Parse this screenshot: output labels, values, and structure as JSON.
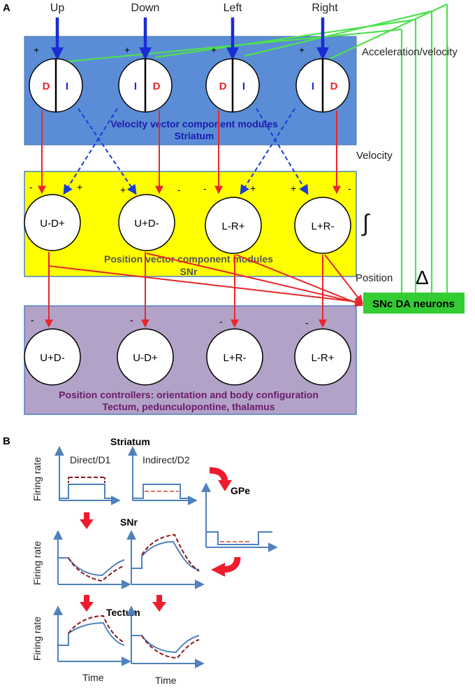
{
  "panel_a": {
    "letter": "A",
    "directions": [
      "Up",
      "Down",
      "Left",
      "Right"
    ],
    "side_labels": {
      "acceleration": "Acceleration/velocity",
      "velocity": "Velocity",
      "integral": "∫",
      "position": "Position",
      "delta": "Δ"
    },
    "striatum_box": {
      "title": "Velocity vector component modules",
      "subtitle": "Striatum",
      "modules": [
        {
          "left": "D",
          "right": "I"
        },
        {
          "left": "I",
          "right": "D"
        },
        {
          "left": "D",
          "right": "I"
        },
        {
          "left": "I",
          "right": "D"
        }
      ],
      "signs": [
        "+",
        "+",
        "+",
        "+"
      ]
    },
    "snr_box": {
      "title": "Position vector component modules",
      "subtitle": "SNr",
      "modules": [
        "U-D+",
        "U+D-",
        "L-R+",
        "L+R-"
      ],
      "left_signs": [
        "-",
        "+",
        "-",
        "+"
      ],
      "right_signs": [
        "+",
        "-",
        "+",
        "-"
      ]
    },
    "snc": {
      "label": "SNc DA neurons"
    },
    "controller_box": {
      "title": "Position controllers: orientation and body configuration",
      "subtitle": "Tectum, pedunculopontine, thalamus",
      "modules": [
        "U+D-",
        "U-D+",
        "L+R-",
        "L-R+"
      ],
      "signs": [
        "-",
        "-",
        "-",
        "-"
      ]
    },
    "colors": {
      "striatum_bg": "#5b8dd6",
      "snr_bg": "#ffff00",
      "controller_bg": "#b3a2c7",
      "snc_bg": "#33cc33",
      "input_arrow": "#1a2bd6",
      "red_arrow": "#e8262b",
      "green_line": "#4fe04f",
      "dashed_arrow": "#1a3bd6"
    }
  },
  "panel_b": {
    "letter": "B",
    "labels": {
      "striatum": "Striatum",
      "direct": "Direct/D1",
      "indirect": "Indirect/D2",
      "gpe": "GPe",
      "snr": "SNr",
      "tectum": "Tectum",
      "firing_rate": "Firing rate",
      "time": "Time"
    }
  }
}
